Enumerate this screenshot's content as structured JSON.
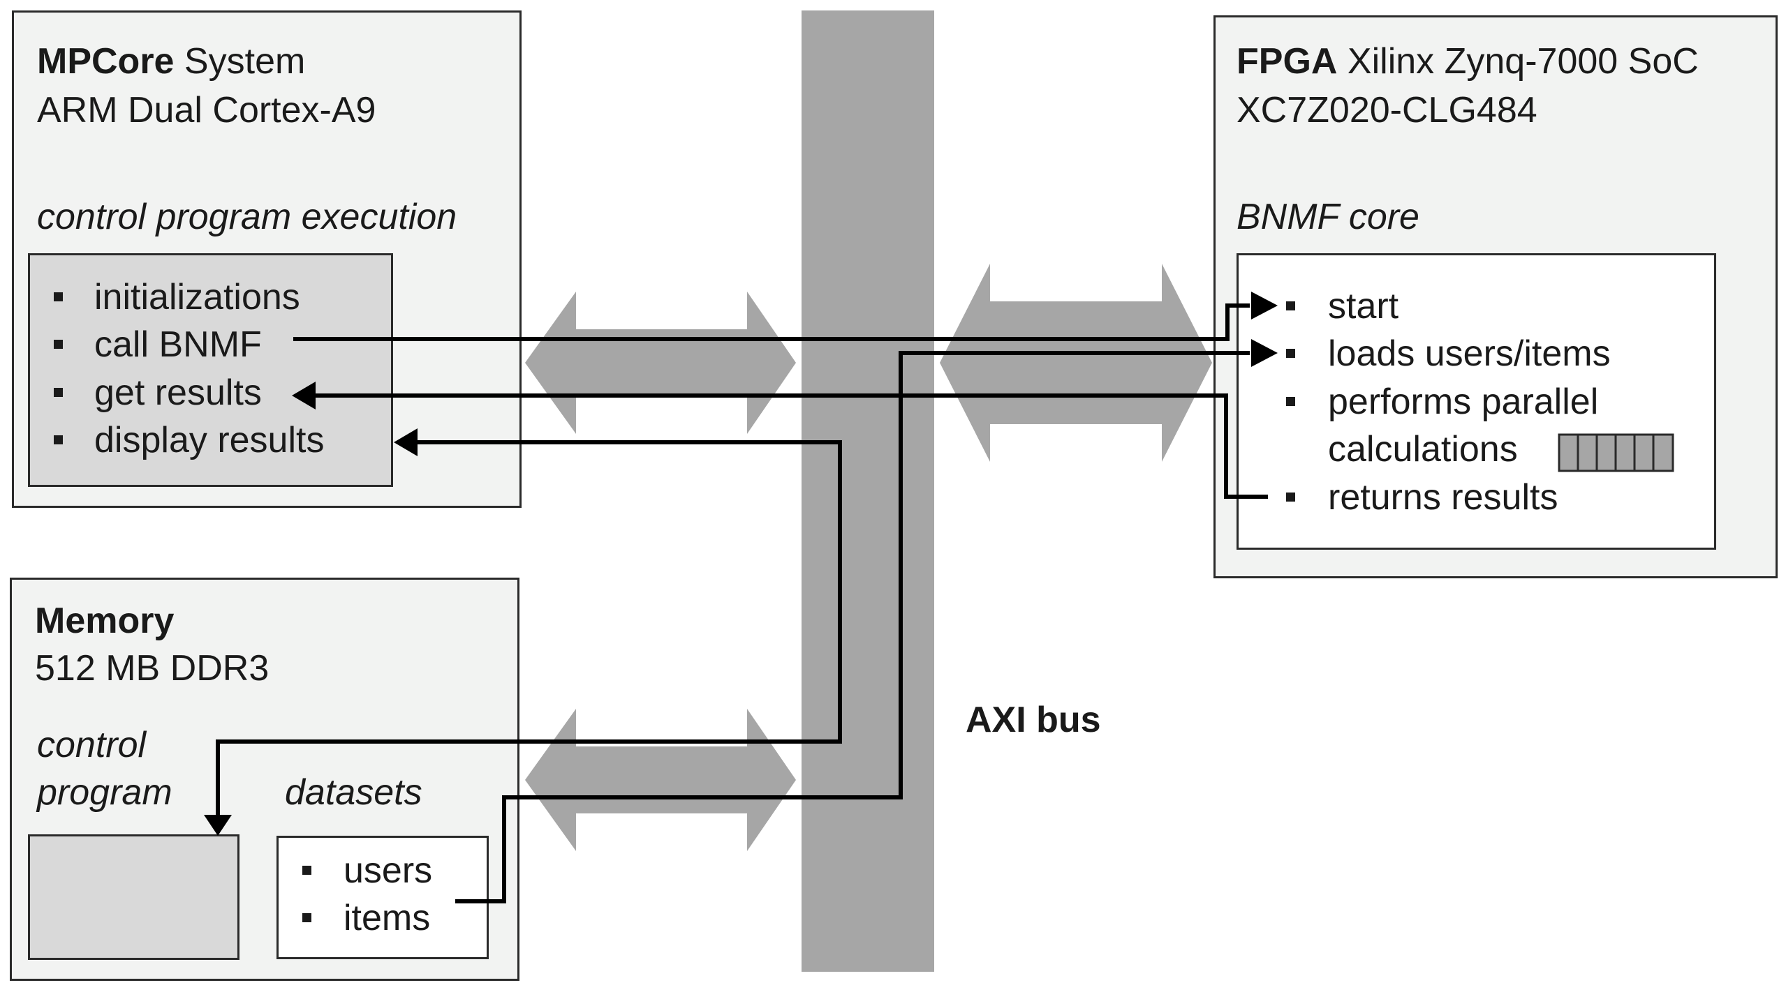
{
  "mpcore": {
    "title_bold": "MPCore",
    "title_rest": " System",
    "subtitle": "ARM Dual Cortex-A9",
    "section": "control program execution",
    "items": [
      "initializations",
      "call BNMF",
      "get results",
      "display results"
    ]
  },
  "memory": {
    "title": "Memory",
    "subtitle": "512 MB DDR3",
    "control_program_line1": "control",
    "control_program_line2": "program",
    "datasets_label": "datasets",
    "datasets_items": [
      "users",
      "items"
    ]
  },
  "fpga": {
    "title_bold": "FPGA",
    "title_rest": " Xilinx Zynq-7000 SoC",
    "subtitle": "XC7Z020-CLG484",
    "section": "BNMF core",
    "items": [
      "start",
      "loads users/items",
      "performs parallel",
      "calculations",
      "returns results"
    ]
  },
  "bus": {
    "label": "AXI bus"
  },
  "colors": {
    "bus": "#a6a6a6",
    "panel": "#f2f3f2",
    "inner_gray": "#d9d9d9",
    "line": "#000000"
  }
}
